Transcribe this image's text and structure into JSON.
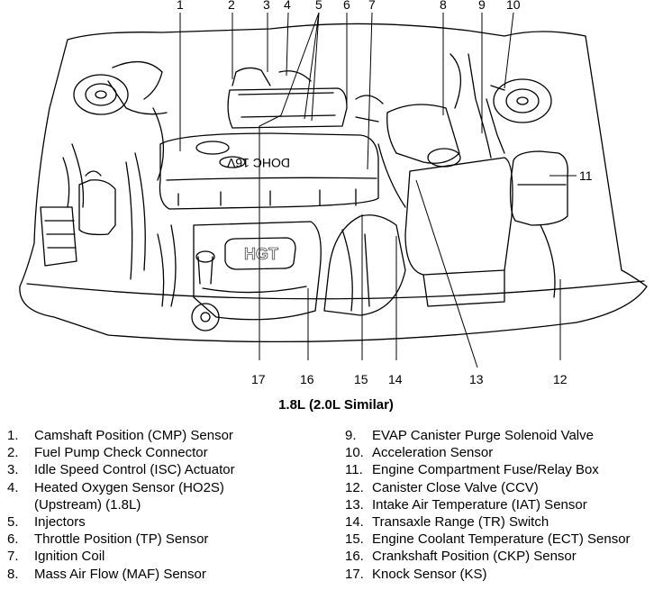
{
  "callouts": [
    "1",
    "2",
    "3",
    "4",
    "5",
    "6",
    "7",
    "8",
    "9",
    "10",
    "11",
    "12",
    "13",
    "14",
    "15",
    "16",
    "17"
  ],
  "engine_cover": {
    "brand": "HGT",
    "model_text": "DOHC 16V"
  },
  "caption": "1.8L (2.0L Similar)",
  "legend_left": [
    {
      "num": "1.",
      "text": "Camshaft Position (CMP) Sensor"
    },
    {
      "num": "2.",
      "text": "Fuel Pump Check Connector"
    },
    {
      "num": "3.",
      "text": "Idle Speed Control (ISC) Actuator"
    },
    {
      "num": "4.",
      "text": "Heated Oxygen Sensor (HO2S)"
    },
    {
      "num": "",
      "text": "(Upstream) (1.8L)"
    },
    {
      "num": "5.",
      "text": "Injectors"
    },
    {
      "num": "6.",
      "text": "Throttle Position (TP) Sensor"
    },
    {
      "num": "7.",
      "text": "Ignition Coil"
    },
    {
      "num": "8.",
      "text": "Mass Air Flow (MAF) Sensor"
    }
  ],
  "legend_right": [
    {
      "num": "9.",
      "text": "EVAP Canister Purge Solenoid Valve"
    },
    {
      "num": "10.",
      "text": "Acceleration Sensor"
    },
    {
      "num": "11.",
      "text": "Engine Compartment Fuse/Relay Box"
    },
    {
      "num": "12.",
      "text": "Canister Close Valve (CCV)"
    },
    {
      "num": "13.",
      "text": "Intake Air Temperature (IAT) Sensor"
    },
    {
      "num": "14.",
      "text": "Transaxle Range (TR) Switch"
    },
    {
      "num": "15.",
      "text": "Engine Coolant Temperature (ECT) Sensor"
    },
    {
      "num": "16.",
      "text": "Crankshaft Position (CKP) Sensor"
    },
    {
      "num": "17.",
      "text": "Knock Sensor (KS)"
    }
  ]
}
